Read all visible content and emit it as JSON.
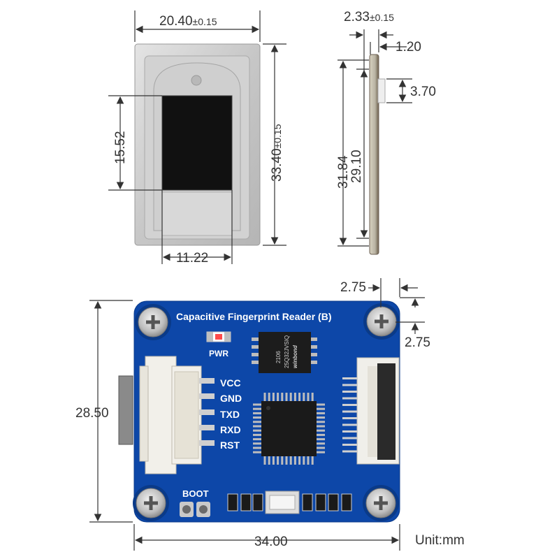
{
  "sensor_front": {
    "width_value": "20.40",
    "width_tol": "±0.15",
    "height_value": "33.40",
    "height_tol": "±0.15",
    "window_height": "15.52",
    "window_width": "11.22"
  },
  "sensor_side": {
    "total_thickness_value": "2.33",
    "total_thickness_tol": "±0.15",
    "plate_thickness": "1.20",
    "connector_height": "3.70",
    "side_height_outer": "31.84",
    "side_height_inner": "29.10"
  },
  "board": {
    "title": "Capacitive Fingerprint Reader (B)",
    "pwr_label": "PWR",
    "boot_label": "BOOT",
    "pins": [
      "VCC",
      "GND",
      "TXD",
      "RXD",
      "RST"
    ],
    "flash_chip": {
      "brand": "winbond",
      "part": "25Q32JVSIQ",
      "code": "2106"
    },
    "width": "34.00",
    "height": "28.50",
    "hole_offset_x": "2.75",
    "hole_offset_y": "2.75",
    "unit": "Unit:mm"
  },
  "colors": {
    "pcb": "#0d47a8",
    "metal": "#c9c9c9",
    "sensor_window": "#111111",
    "connector": "#f2f0ea"
  }
}
